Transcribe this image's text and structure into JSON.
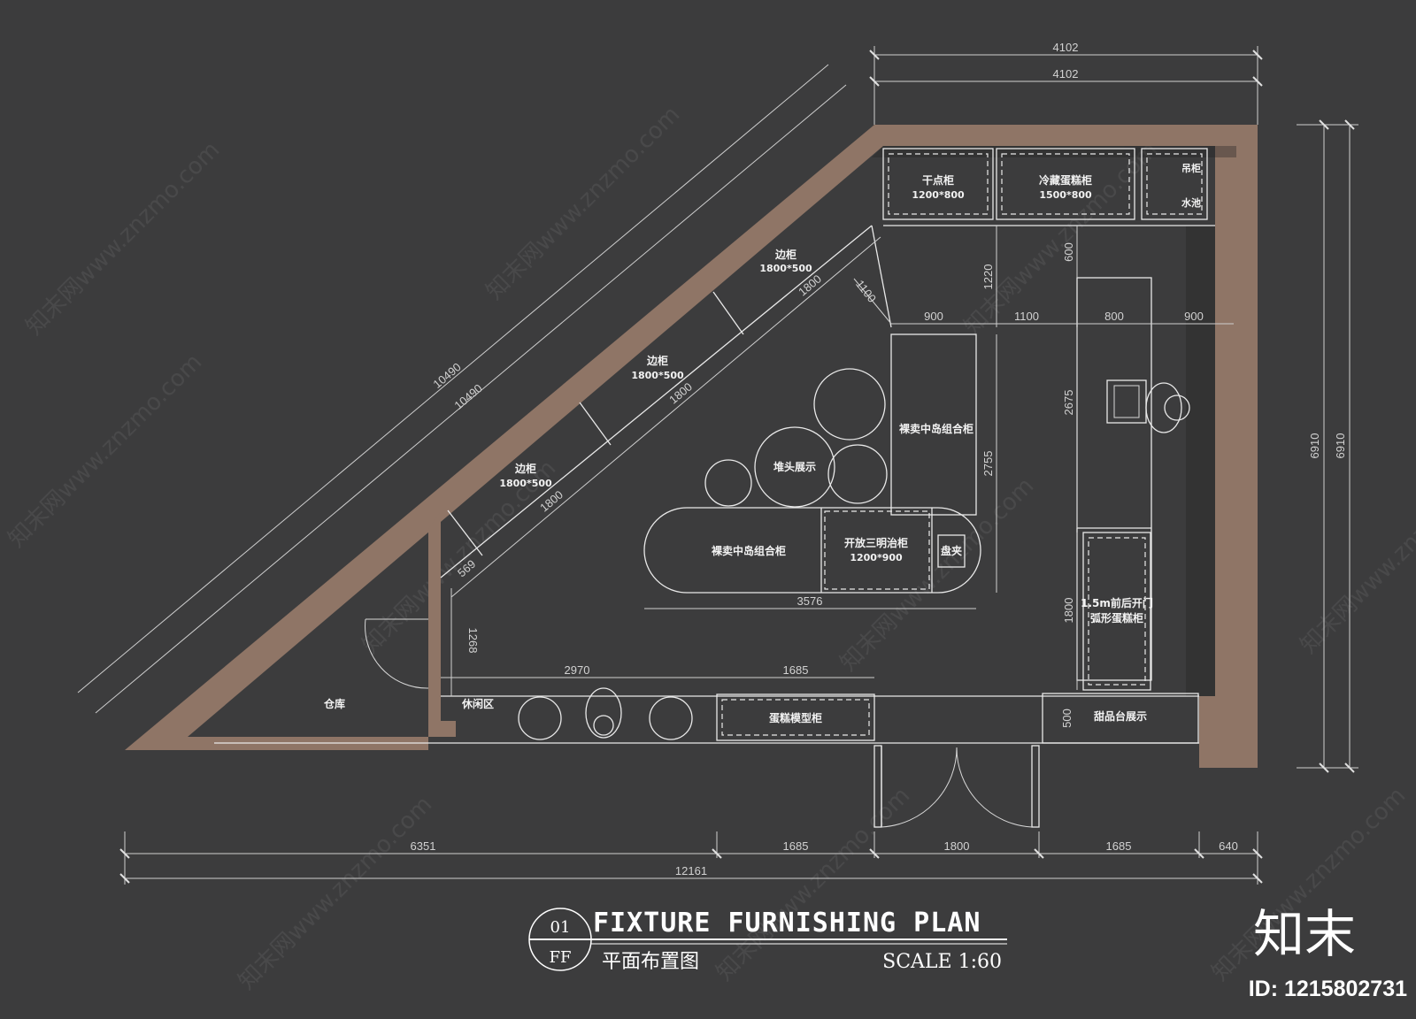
{
  "title": {
    "number": "01",
    "code": "FF",
    "main": "FIXTURE FURNISHING PLAN",
    "sub": "平面布置图",
    "scale": "SCALE 1:60"
  },
  "brand": {
    "name": "知末",
    "id": "ID: 1215802731"
  },
  "watermark": "知末网www.znzmo.com",
  "colors": {
    "background": "#3c3c3d",
    "wall": "#8f7566",
    "line": "#e9e9e9"
  },
  "fixtures": {
    "dry_cabinet": {
      "name": "干点柜",
      "size": "1200*800"
    },
    "chilled_cake_cabinet": {
      "name": "冷藏蛋糕柜",
      "size": "1500*800"
    },
    "hanging_cabinet": "吊柜",
    "sink": "水池",
    "side_cabinet_1": {
      "name": "边柜",
      "size": "1800*500"
    },
    "side_cabinet_2": {
      "name": "边柜",
      "size": "1800*500"
    },
    "side_cabinet_3": {
      "name": "边柜",
      "size": "1800*500"
    },
    "island_combo_upper": "裸卖中岛组合柜",
    "island_combo_lower": "裸卖中岛组合柜",
    "endcap_display": "堆头展示",
    "sandwich_cabinet": {
      "name": "开放三明治柜",
      "size": "1200*900"
    },
    "tray_rack": "盘夹",
    "arc_cake_cabinet": {
      "line1": "1.5m前后开门",
      "line2": "弧形蛋糕柜"
    },
    "cake_model_cabinet": "蛋糕模型柜",
    "dessert_display": "甜品台展示",
    "storage": "仓库",
    "lounge": "休闲区"
  },
  "dimensions": {
    "top_1": "4102",
    "top_2": "4102",
    "right_1": "6910",
    "right_2": "6910",
    "diag_1": "10490",
    "diag_2": "10490",
    "bottom_segments": [
      "6351",
      "1685",
      "1800",
      "1685",
      "640"
    ],
    "bottom_total": "12161",
    "row_900_a": "900",
    "row_1100": "1100",
    "row_800": "800",
    "row_900_b": "900",
    "v_1220": "1220",
    "v_600": "600",
    "v_2675": "2675",
    "v_2755": "2755",
    "v_1800": "1800",
    "v_500": "500",
    "diag_1800_a": "1800",
    "diag_1800_b": "1800",
    "diag_1800_c": "1800",
    "d_1100": "1100",
    "d_569": "569",
    "v_1268": "1268",
    "h_2970": "2970",
    "h_1685": "1685",
    "h_3576": "3576"
  }
}
